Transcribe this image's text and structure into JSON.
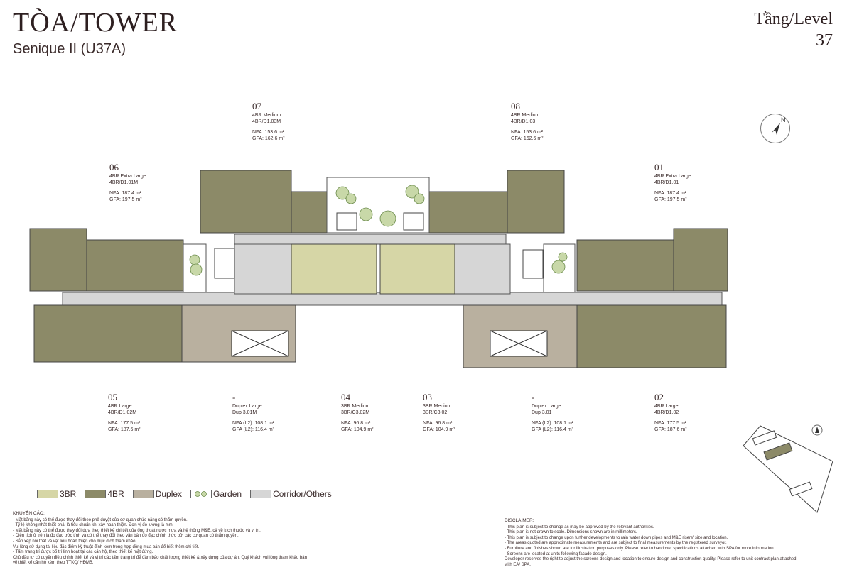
{
  "header": {
    "title": "TÒA/TOWER",
    "subtitle": "Senique II (U37A)",
    "level_label": "Tầng/Level",
    "level_number": "37"
  },
  "compass_letter": "N",
  "colors": {
    "3BR": "#d6d6a6",
    "4BR": "#8c8a68",
    "Duplex": "#b9b09f",
    "Garden": "#ffffff",
    "Corridor": "#d6d6d6"
  },
  "units": [
    {
      "num": "07",
      "type": "4BR Medium",
      "code": "4BR/D1.03M",
      "area1": "NFA: 153.6 m²",
      "area2": "GFA: 162.6 m²"
    },
    {
      "num": "08",
      "type": "4BR Medium",
      "code": "4BR/D1.03",
      "area1": "NFA: 153.6 m²",
      "area2": "GFA: 162.6 m²"
    },
    {
      "num": "06",
      "type": "4BR Extra Large",
      "code": "4BR/D1.01M",
      "area1": "NFA: 187.4 m²",
      "area2": "GFA: 197.5 m²"
    },
    {
      "num": "01",
      "type": "4BR Extra Large",
      "code": "4BR/D1.01",
      "area1": "NFA: 187.4 m²",
      "area2": "GFA: 197.5 m²"
    },
    {
      "num": "05",
      "type": "4BR Large",
      "code": "4BR/D1.02M",
      "area1": "NFA: 177.5 m²",
      "area2": "GFA: 187.6 m²"
    },
    {
      "num": "-",
      "type": "Duplex Large",
      "code": "Dup 3.01M",
      "area1": "NFA (L2): 108.1 m²",
      "area2": "GFA (L2): 116.4 m²"
    },
    {
      "num": "04",
      "type": "3BR Medium",
      "code": "3BR/C3.02M",
      "area1": "NFA: 96.8 m²",
      "area2": "GFA: 104.9 m²"
    },
    {
      "num": "03",
      "type": "3BR Medium",
      "code": "3BR/C3.02",
      "area1": "NFA: 96.8 m²",
      "area2": "GFA: 104.9 m²"
    },
    {
      "num": "-",
      "type": "Duplex Large",
      "code": "Dup 3.01",
      "area1": "NFA (L2): 108.1 m²",
      "area2": "GFA (L2): 116.4 m²"
    },
    {
      "num": "02",
      "type": "4BR Large",
      "code": "4BR/D1.02",
      "area1": "NFA: 177.5 m²",
      "area2": "GFA: 187.6 m²"
    }
  ],
  "legend": [
    {
      "label": "3BR",
      "color": "#d6d6a6"
    },
    {
      "label": "4BR",
      "color": "#8c8a68"
    },
    {
      "label": "Duplex",
      "color": "#b9b09f"
    },
    {
      "label": "Garden",
      "color": "#ffffff"
    },
    {
      "label": "Corridor/Others",
      "color": "#d6d6d6"
    }
  ],
  "notes_vi": {
    "heading": "KHUYẾN CÁO:",
    "lines": [
      "-   Mặt bằng này có thể được thay đổi theo phê duyệt của cơ quan chức năng có thẩm quyền.",
      "-   Tỷ lệ không nhất thiết phải là tiêu chuẩn khi xây hoàn thiện. Đơn vị đo lường là mm.",
      "-   Mặt bằng này có thể được thay đổi dựa theo thiết kế chi tiết của ống thoát nước mưa và hệ thống M&E, cả về kích thước và vị trí.",
      "-   Diện tích ở trên là đo đạc ước tính và có thể thay đổi theo văn bản đo đạc chính thức bởi các cơ quan có thẩm quyền.",
      "-   Sắp xếp nội thất và vật liệu hoàn thiện cho mục đích tham khảo.",
      "    Vui lòng sử dụng tài liệu đặc điểm kỹ thuật đính kèm trong hợp đồng mua bán để biết thêm chi tiết.",
      "-   Tấm trang trí được bố trí linh hoạt tại các căn hộ, theo thiết kế mặt đứng.",
      "    Chủ đầu tư có quyền điều chỉnh thiết kế và vị trí các tấm trang trí để đảm bảo chất lượng thiết kế & xây dựng của dự án. Quý khách vui lòng tham khảo bản",
      "    vẽ thiết kế căn hộ kèm theo TTKQ/ HĐMB."
    ]
  },
  "notes_en": {
    "heading": "DISCLAIMER:",
    "lines": [
      "-   This plan is subject to change as may be approved by the relevant authorities.",
      "-   This plan is not drawn to scale. Dimensions shown are in millimeters.",
      "-   This plan is subject to change upon further developments to rain water down pipes and M&E risers' size and location.",
      "-   The areas quoted are approximate measurements and are subject to final measurements by the registered surveyor.",
      "-   Furniture and finishes shown are for illustration purposes only. Please refer to handover specifications attached with SPA for more information.",
      "-   Screens are located at units following facade design.",
      "    Developer reserves the right to adjust the screens design and location to ensure design and construction quality. Please refer to unit contract plan attached",
      "    with EA/ SPA."
    ]
  }
}
